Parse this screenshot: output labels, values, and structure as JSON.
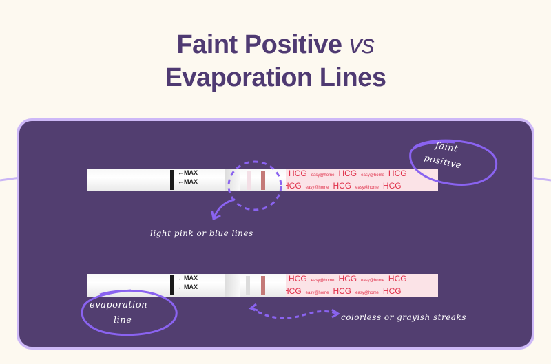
{
  "title": {
    "part1": "Faint Positive",
    "vs": "vs",
    "line2": "Evaporation Lines"
  },
  "strip": {
    "max_label": "←MAX",
    "hcg": "HCG",
    "logo": "easy@home"
  },
  "annotations": {
    "faint_positive": "faint positive",
    "faint_positive_line1": "faint",
    "faint_positive_line2": "positive",
    "light_lines": "light pink or blue lines",
    "evaporation_line1": "evaporation",
    "evaporation_line2": "line",
    "grayish": "colorless or grayish streaks"
  },
  "colors": {
    "background": "#fdf9f0",
    "panel": "#523e70",
    "accent": "#8a63f0",
    "title": "#4f3a72",
    "test_line": "#c47a78",
    "faint_line": "#f3dfe6",
    "evap_line": "#dcdcdc"
  }
}
